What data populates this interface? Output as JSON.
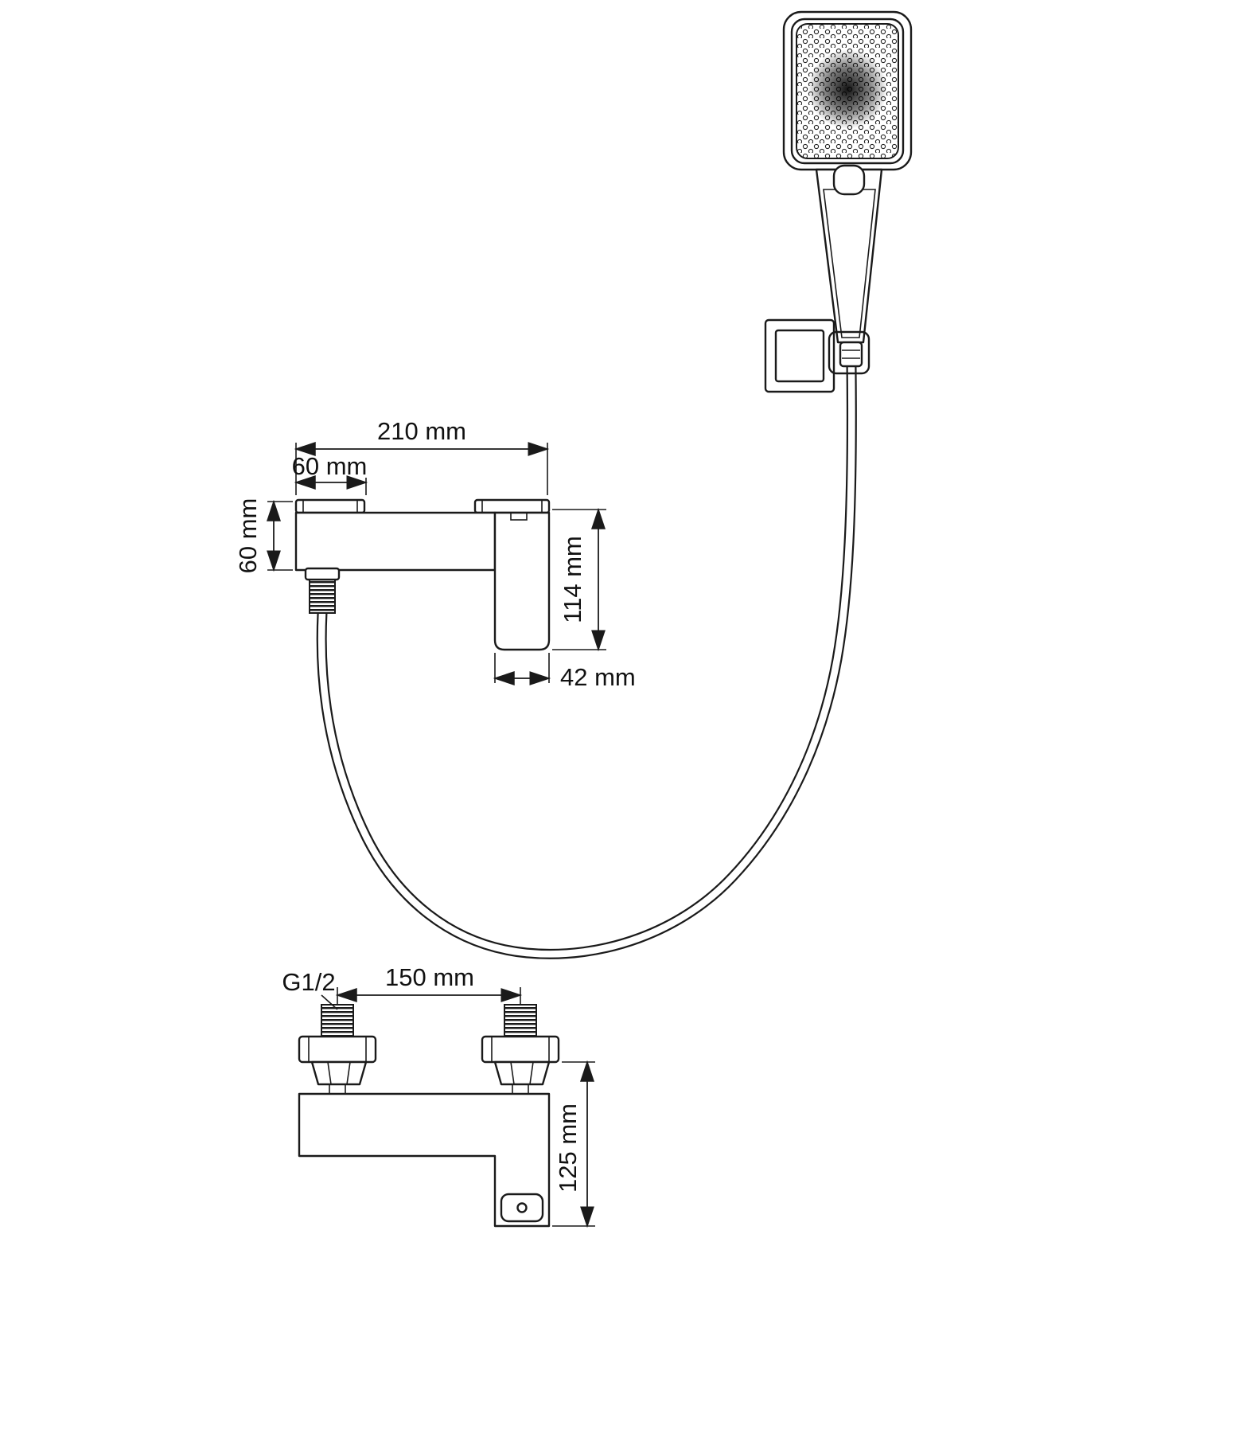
{
  "labels": {
    "width_210": "210 mm",
    "offset_60": "60 mm",
    "height_60": "60 mm",
    "height_114": "114 mm",
    "depth_42": "42 mm",
    "thread": "G1/2",
    "spacing_150": "150 mm",
    "height_125": "125 mm"
  },
  "colors": {
    "line": "#1a1a1a",
    "background": "#ffffff"
  }
}
